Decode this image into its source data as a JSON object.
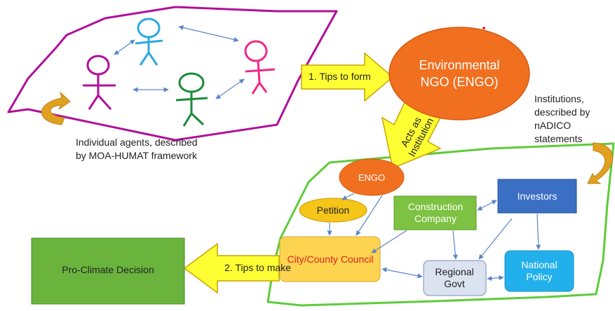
{
  "labels": {
    "agents_note": "Individual agents, described by MOA-HUMAT framework",
    "institutions_note": "Institutions, described by nADICO statements"
  },
  "arrows": {
    "tips_form": "1. Tips to form",
    "acts_as": "Acts as Institution",
    "tips_make": "2. Tips to make"
  },
  "nodes": {
    "engo_big": "Environmental NGO (ENGO)",
    "engo_small": "ENGO",
    "petition": "Petition",
    "construction": "Construction Company",
    "investors": "Investors",
    "council": "City/County Council",
    "regional": "Regional Govt",
    "national": "National Policy",
    "decision": "Pro-Climate Decision"
  },
  "colors": {
    "engo": "#f07020",
    "petition": "#f5c518",
    "construction": "#7dc242",
    "investors": "#3a6fc4",
    "council": "#fcd44f",
    "regional": "#dbe2f0",
    "national": "#22b0ec",
    "decision": "#6ab43e",
    "arrow_yellow": "#ffff33",
    "magenta_outline": "#b0109a",
    "green_outline": "#5ecb3a"
  }
}
